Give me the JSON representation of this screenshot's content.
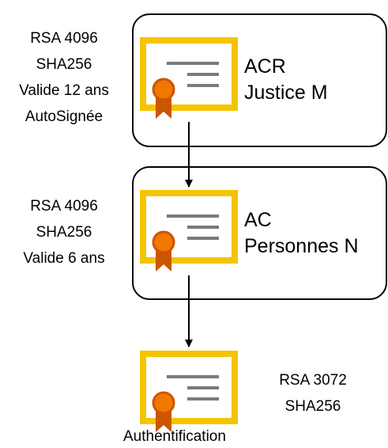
{
  "root_ca": {
    "title_line1": "ACR",
    "title_line2": "Justice M",
    "specs": [
      "RSA 4096",
      "SHA256",
      "Valide 12 ans",
      "AutoSignée"
    ]
  },
  "intermediate_ca": {
    "title_line1": "AC",
    "title_line2": "Personnes N",
    "specs": [
      "RSA 4096",
      "SHA256",
      "Valide 6 ans"
    ]
  },
  "leaf_cert": {
    "label": "Authentification",
    "specs": [
      "RSA 3072",
      "SHA256"
    ]
  },
  "colors": {
    "cert_frame": "#f5c400",
    "cert_lines": "#7a7a7a",
    "seal": "#f07800",
    "ribbon": "#cc5500"
  },
  "icons": [
    "certificate-icon"
  ]
}
